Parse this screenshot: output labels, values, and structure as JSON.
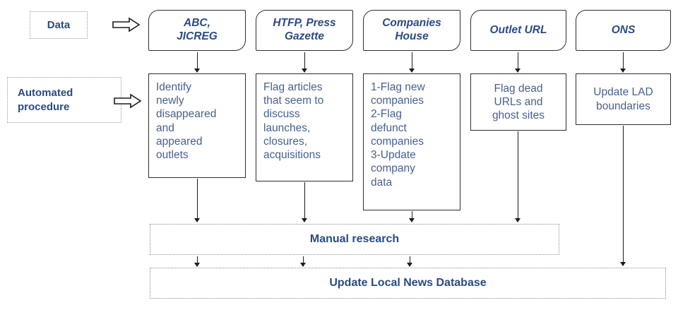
{
  "labels": {
    "data": "Data",
    "automated_procedure": "Automated\nprocedure"
  },
  "columns": [
    {
      "id": "abc-jicreg",
      "source": "ABC,\nJICREG",
      "procedure": "Identify\nnewly\ndisappeared\nand\nappeared\noutlets"
    },
    {
      "id": "htfp-press-gazette",
      "source": "HTFP, Press\nGazette",
      "procedure": "Flag articles\nthat seem to\ndiscuss\nlaunches,\nclosures,\nacquisitions"
    },
    {
      "id": "companies-house",
      "source": "Companies\nHouse",
      "procedure": "1-Flag new\ncompanies\n2-Flag\ndefunct\ncompanies\n3-Update\ncompany\ndata"
    },
    {
      "id": "outlet-url",
      "source": "Outlet URL",
      "procedure": "Flag dead\nURLs and\nghost sites"
    },
    {
      "id": "ons",
      "source": "ONS",
      "procedure": "Update LAD\nboundaries"
    }
  ],
  "footers": {
    "manual_research": "Manual research",
    "update_database": "Update Local News Database"
  },
  "colors": {
    "heading_navy": "#2b4b80",
    "body_slate_blue": "#47618e",
    "solid_box_border": "#2e2e2e",
    "dotted_border_gray": "#8f8f8f",
    "arrow_black": "#1c1c1c",
    "background": "#ffffff"
  }
}
